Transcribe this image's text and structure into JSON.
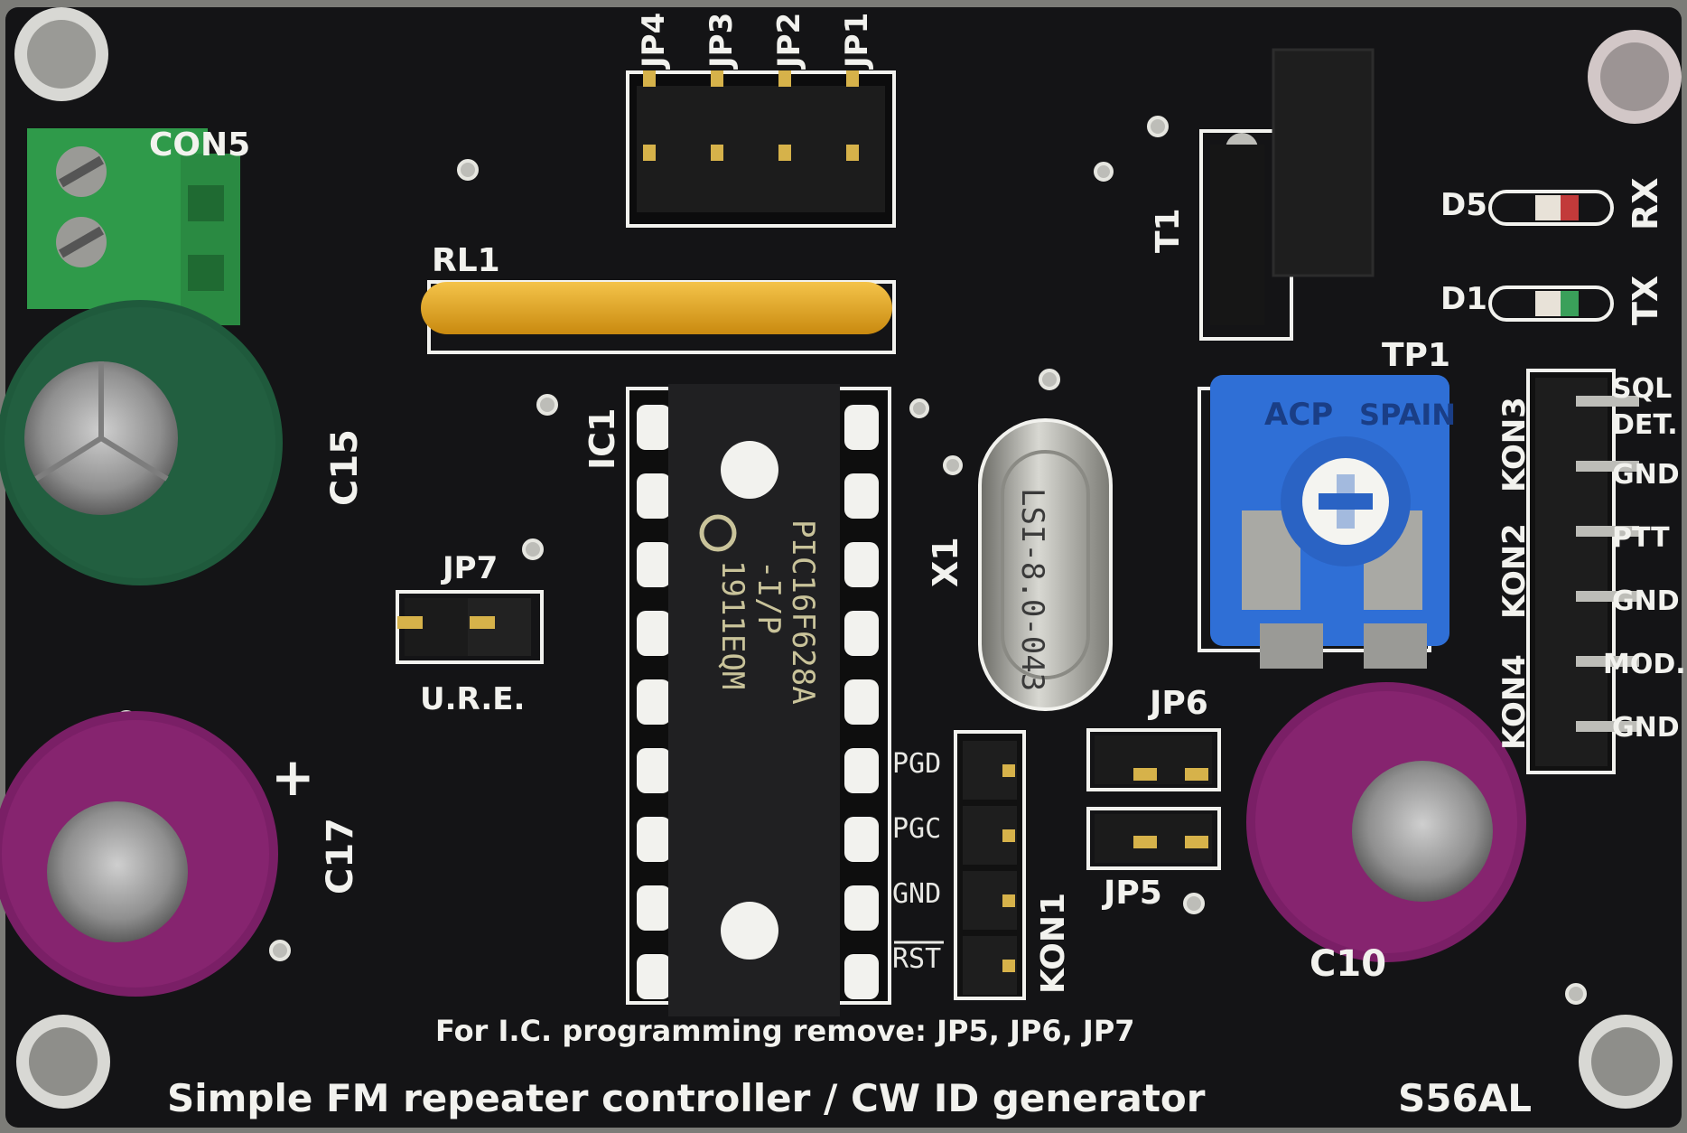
{
  "board": {
    "title": "Simple FM repeater controller / CW ID generator",
    "callsign": "S56AL",
    "programming_note": "For I.C. programming remove: JP5, JP6, JP7"
  },
  "refdes": {
    "con5": "CON5",
    "rl1": "RL1",
    "ic1": "IC1",
    "c15": "C15",
    "c17": "C17",
    "c10": "C10",
    "jp7": "JP7",
    "ure": "U.R.E.",
    "jp1": "JP1",
    "jp2": "JP2",
    "jp3": "JP3",
    "jp4": "JP4",
    "t1": "T1",
    "d5": "D5",
    "d1": "D1",
    "rx": "RX",
    "tx": "TX",
    "tp1": "TP1",
    "x1": "X1",
    "jp6": "JP6",
    "jp5": "JP5",
    "kon1": "KON1",
    "kon2": "KON2",
    "kon3": "KON3",
    "kon4": "KON4",
    "plus": "+"
  },
  "kon1_pins": [
    "PGD",
    "PGC",
    "GND",
    "RST"
  ],
  "kon_right_pins": [
    "SQL",
    "DET.",
    "GND",
    "PTT",
    "GND",
    "MOD.",
    "GND"
  ],
  "chip": {
    "line1": "PIC16F628A",
    "line2": "-I/P",
    "line3": "1911EQM"
  },
  "crystal": {
    "marking": "LSI-8.0-043"
  },
  "trimmer": {
    "brand": "ACP",
    "origin": "SPAIN"
  },
  "colors": {
    "pcb": "#141416",
    "silkscreen": "#f2f2ee",
    "terminal_block": "#2f9a4a",
    "relay": "#e0a21c",
    "trimmer": "#2f6fd6",
    "cap_green": "#1f5a3c",
    "cap_purple": "#7a1f66"
  }
}
